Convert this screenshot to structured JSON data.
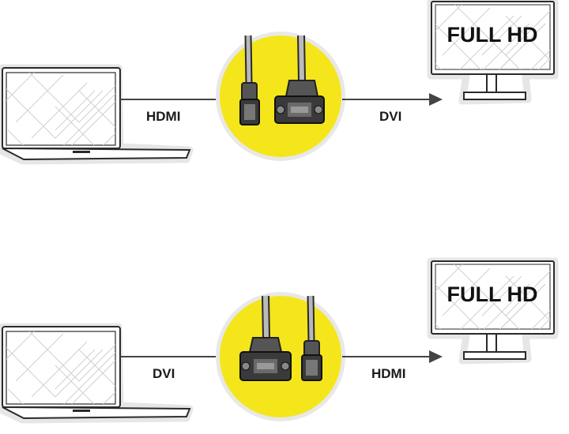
{
  "colors": {
    "accent": "#f5e61b",
    "line": "#444444",
    "outline": "#2a2a2a"
  },
  "rows": [
    {
      "source_label": "HDMI",
      "target_label": "DVI",
      "monitor_text": "FULL HD",
      "left_connector": "hdmi-connector-icon",
      "right_connector": "dvi-connector-icon"
    },
    {
      "source_label": "DVI",
      "target_label": "HDMI",
      "monitor_text": "FULL HD",
      "left_connector": "dvi-connector-icon",
      "right_connector": "hdmi-connector-icon"
    }
  ]
}
